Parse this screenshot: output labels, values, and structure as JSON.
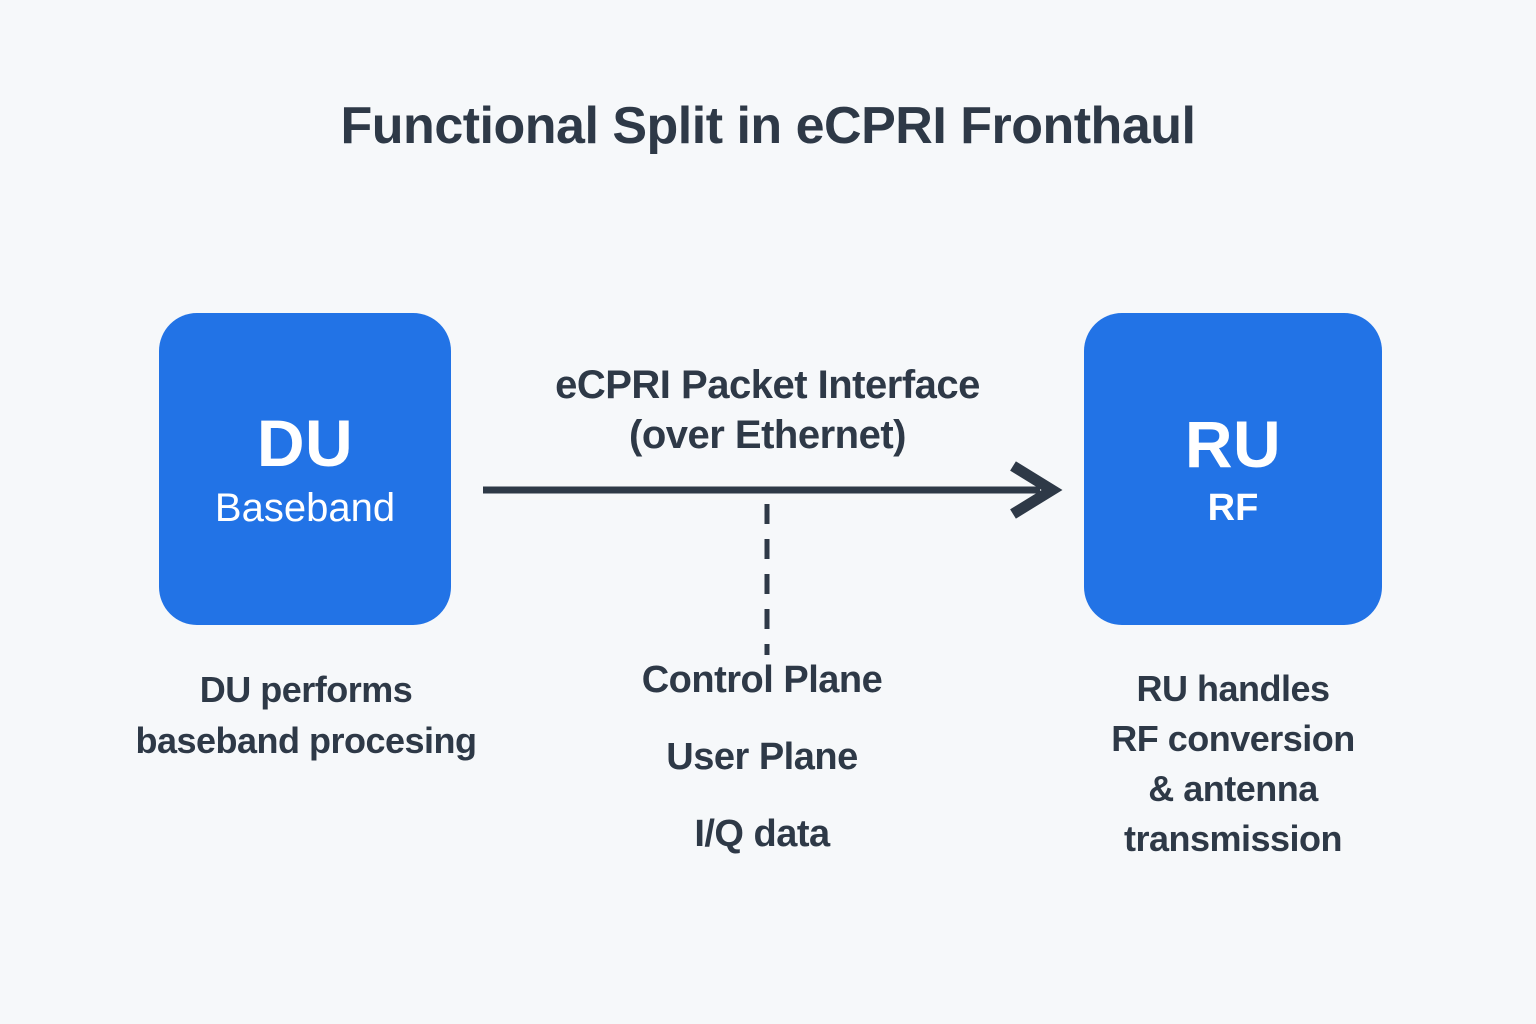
{
  "title": "Functional Split in eCPRI Fronthaul",
  "colors": {
    "background": "#f6f8fa",
    "node_blue": "#2273e6",
    "node_text": "#ffffff",
    "ink_dark": "#2e3947"
  },
  "nodes": {
    "du": {
      "label": "DU",
      "sublabel": "Baseband",
      "caption": [
        "DU performs",
        "baseband procesing"
      ]
    },
    "ru": {
      "label": "RU",
      "sublabel": "RF",
      "caption": [
        "RU handles",
        "RF conversion",
        "& antenna",
        "transmission"
      ]
    }
  },
  "link": {
    "label_line1": "eCPRI Packet Interface",
    "label_line2": "(over Ethernet)",
    "direction": "du-to-ru",
    "planes": [
      "Control Plane",
      "User Plane",
      "I/Q data"
    ]
  }
}
